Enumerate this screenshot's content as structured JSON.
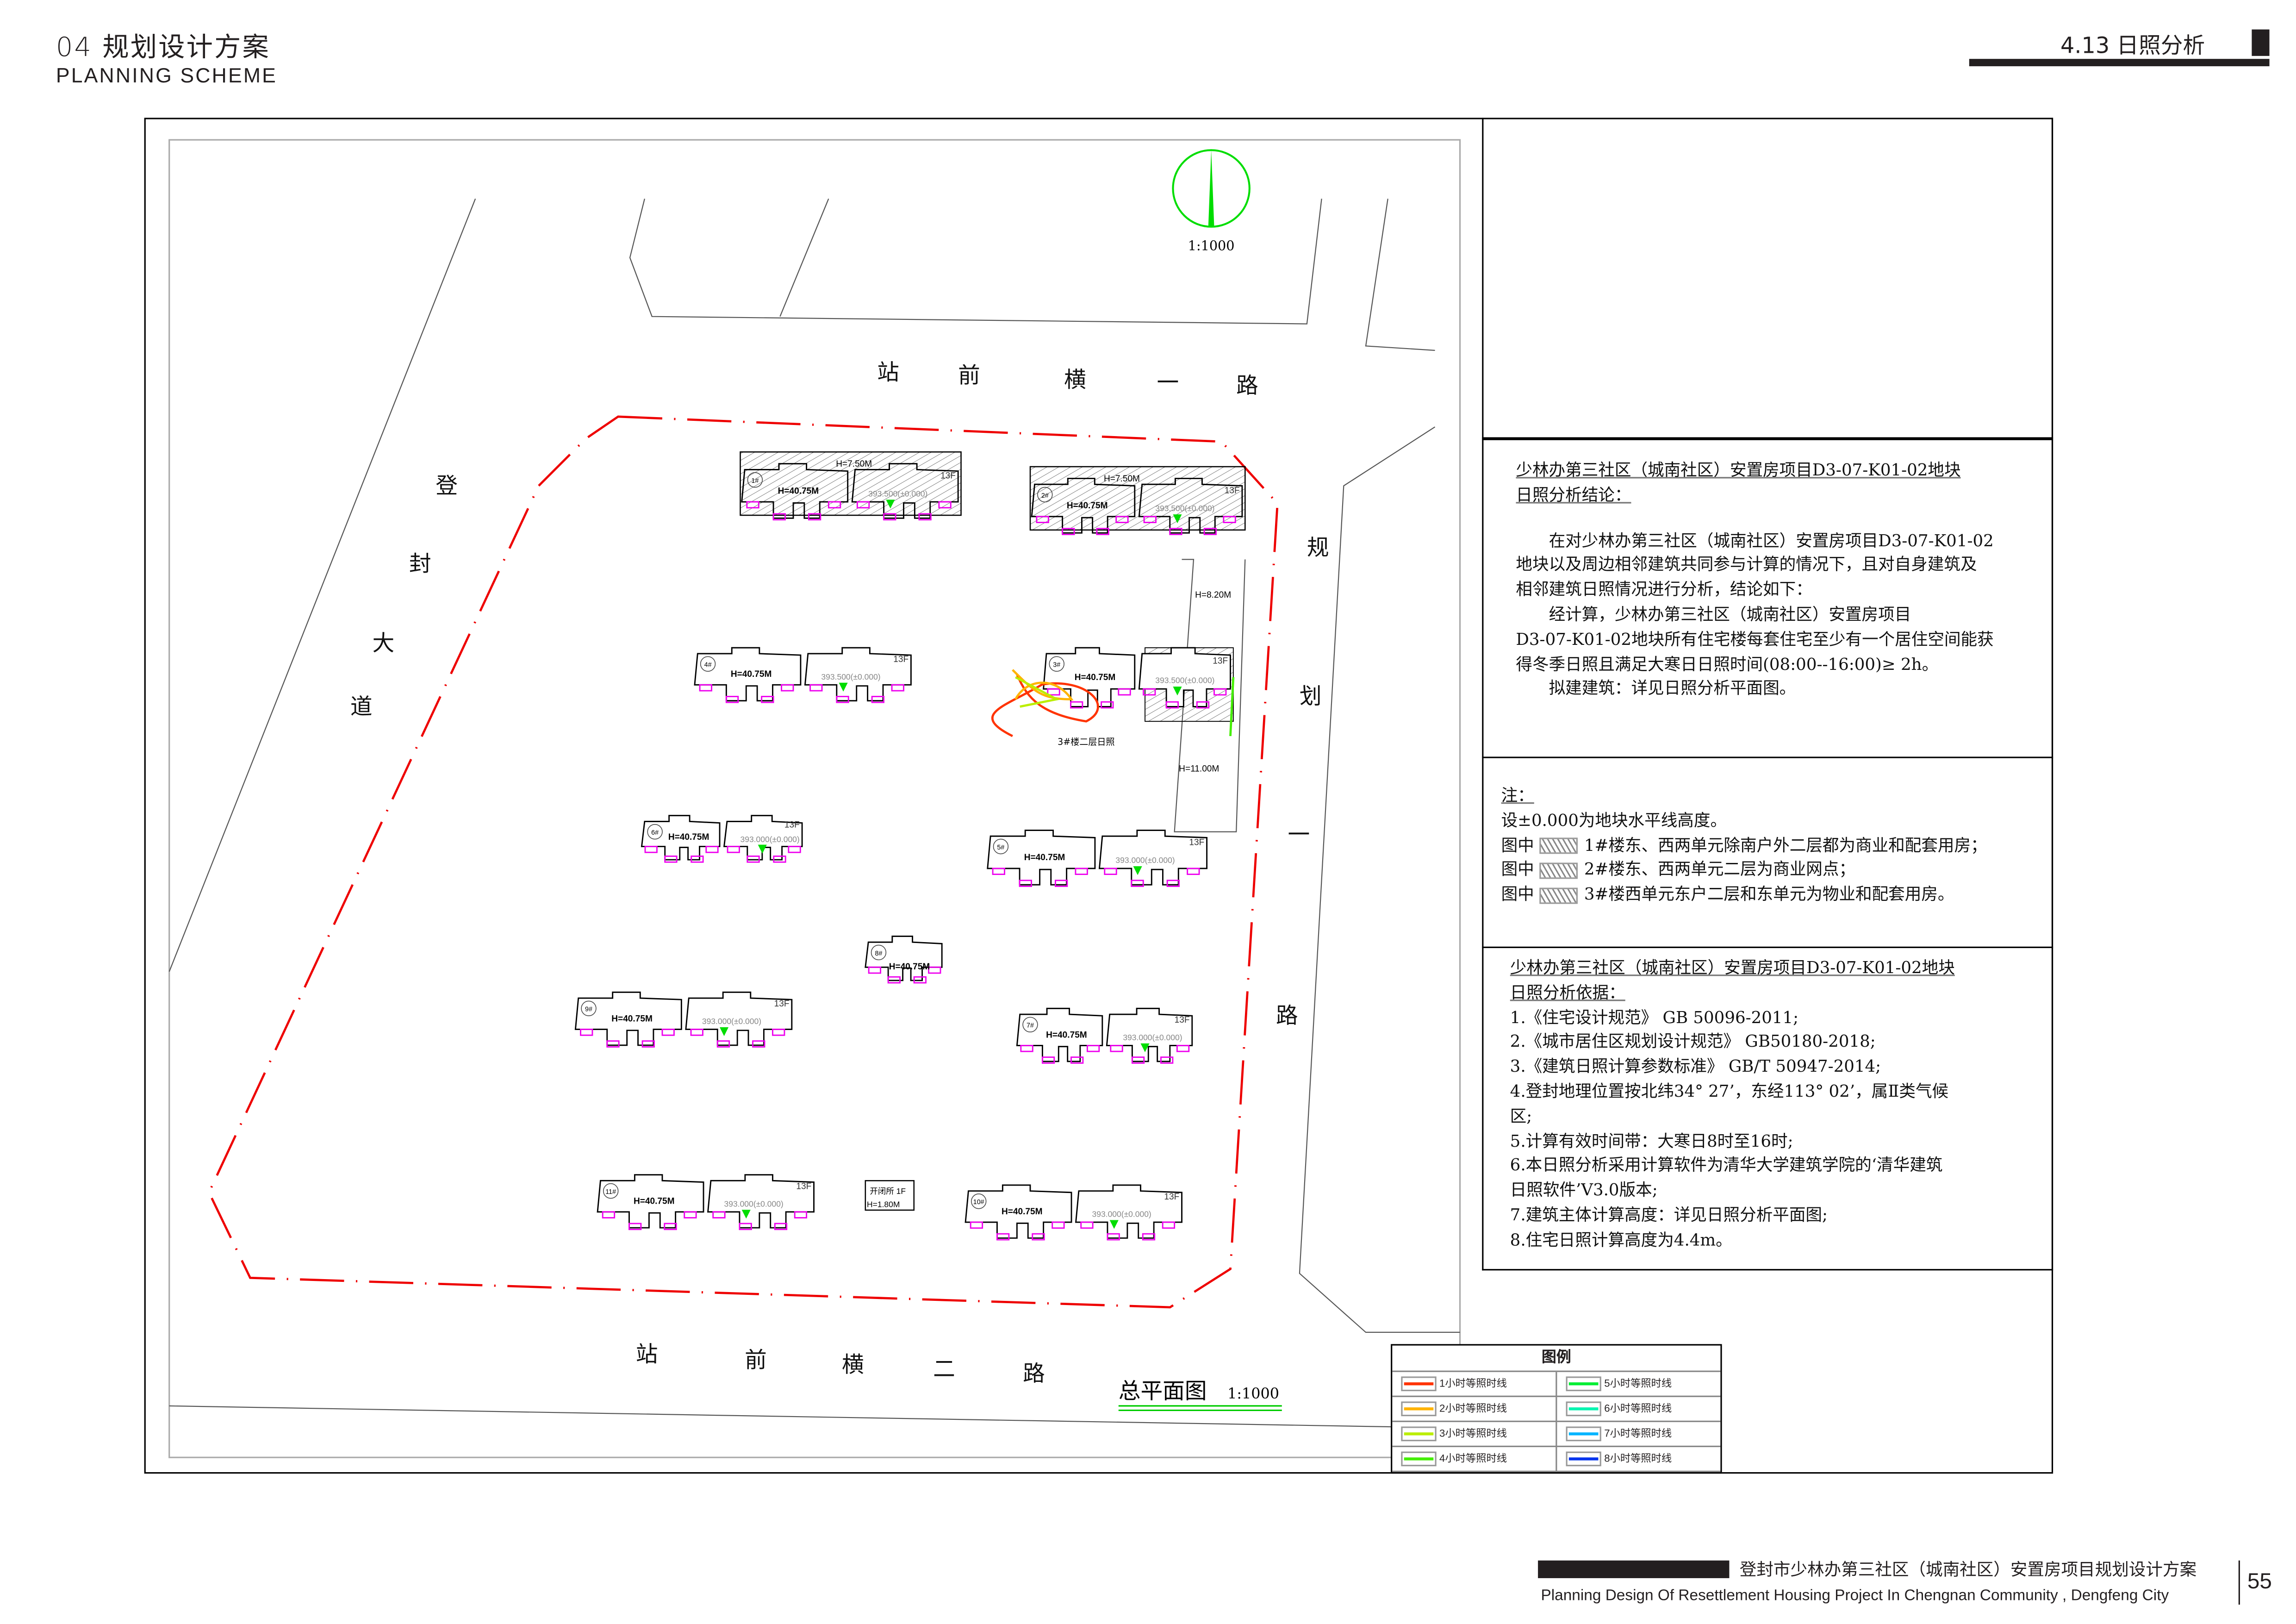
{
  "header": {
    "section_cn": "04 规划设计方案",
    "section_en": "PLANNING SCHEME",
    "page_title": "4.13 日照分析"
  },
  "plan": {
    "north_scale": "1:1000",
    "roads": {
      "top": [
        "站",
        "前",
        "横",
        "一",
        "路"
      ],
      "bottom": [
        "站",
        "前",
        "横",
        "二",
        "路"
      ],
      "left": [
        "登",
        "封",
        "大",
        "道"
      ],
      "right": [
        "规",
        "划",
        "一",
        "路"
      ]
    },
    "title": "总平面图",
    "title_scale": "1:1000",
    "podium_heights": [
      "H=7.50M",
      "H=7.50M",
      "H=8.20M",
      "H=11.00M"
    ],
    "sunlight_label": "3#楼二层日照",
    "substation": {
      "name": "开闭所 1F",
      "height": "H=1.80M"
    },
    "buildings": [
      {
        "id": "1#",
        "height": "H=40.75M",
        "elev": "393.500(±0.000)",
        "floors": "13F"
      },
      {
        "id": "2#",
        "height": "H=40.75M",
        "elev": "393.500(±0.000)",
        "floors": "13F"
      },
      {
        "id": "3#",
        "height": "H=40.75M",
        "elev": "393.500(±0.000)",
        "floors": "13F"
      },
      {
        "id": "4#",
        "height": "H=40.75M",
        "elev": "393.500(±0.000)",
        "floors": "13F"
      },
      {
        "id": "5#",
        "height": "H=40.75M",
        "elev": "393.000(±0.000)",
        "floors": "13F"
      },
      {
        "id": "6#",
        "height": "H=40.75M",
        "elev": "393.000(±0.000)",
        "floors": "13F"
      },
      {
        "id": "7#",
        "height": "H=40.75M",
        "elev": "393.000(±0.000)",
        "floors": "13F"
      },
      {
        "id": "8#",
        "height": "H=40.75M",
        "elev": "",
        "floors": ""
      },
      {
        "id": "9#",
        "height": "H=40.75M",
        "elev": "393.000(±0.000)",
        "floors": "13F"
      },
      {
        "id": "10#",
        "height": "H=40.75M",
        "elev": "393.000(±0.000)",
        "floors": "13F"
      },
      {
        "id": "11#",
        "height": "H=40.75M",
        "elev": "393.000(±0.000)",
        "floors": "13F"
      }
    ]
  },
  "conclusion": {
    "title1": "少林办第三社区（城南社区）安置房项目D3-07-K01-02地块",
    "title2": "日照分析结论：",
    "lines": [
      "在对少林办第三社区（城南社区）安置房项目D3-07-K01-02",
      "地块以及周边相邻建筑共同参与计算的情况下，且对自身建筑及",
      "相邻建筑日照情况进行分析，结论如下：",
      "经计算，少林办第三社区（城南社区）安置房项目",
      "D3-07-K01-02地块所有住宅楼每套住宅至少有一个居住空间能获",
      "得冬季日照且满足大寒日日照时间(08:00--16:00)≥ 2h。",
      "拟建建筑：详见日照分析平面图。"
    ]
  },
  "notes": {
    "title": "注：",
    "line0": "设±0.000为地块水平线高度。",
    "prefix": "图中",
    "items": [
      "1#楼东、西两单元除南户外二层都为商业和配套用房；",
      "2#楼东、西两单元二层为商业网点；",
      "3#楼西单元东户二层和东单元为物业和配套用房。"
    ]
  },
  "basis": {
    "title1": "少林办第三社区（城南社区）安置房项目D3-07-K01-02地块",
    "title2": "日照分析依据：",
    "lines": [
      "1.《住宅设计规范》 GB 50096-2011;",
      "2.《城市居住区规划设计规范》 GB50180-2018;",
      "3.《建筑日照计算参数标准》 GB/T 50947-2014;",
      "4.登封地理位置按北纬34° 27’，东经113° 02’，属Ⅱ类气候",
      "区;",
      "5.计算有效时间带：大寒日8时至16时;",
      "6.本日照分析采用计算软件为清华大学建筑学院的‘清华建筑",
      "日照软件’V3.0版本;",
      "7.建筑主体计算高度：详见日照分析平面图;",
      "8.住宅日照计算高度为4.4m。"
    ]
  },
  "legend": {
    "title": "图例",
    "items": [
      {
        "label": "1小时等照时线",
        "color": "#ff3300"
      },
      {
        "label": "5小时等照时线",
        "color": "#00ee33"
      },
      {
        "label": "2小时等照时线",
        "color": "#ffb300"
      },
      {
        "label": "6小时等照时线",
        "color": "#00f5b0"
      },
      {
        "label": "3小时等照时线",
        "color": "#bbee00"
      },
      {
        "label": "7小时等照时线",
        "color": "#00b4ff"
      },
      {
        "label": "4小时等照时线",
        "color": "#44ee00"
      },
      {
        "label": "8小时等照时线",
        "color": "#0033ee"
      }
    ]
  },
  "footer": {
    "title_cn": "登封市少林办第三社区（城南社区）安置房项目规划设计方案",
    "title_en": "Planning Design Of Resettlement Housing Project In Chengnan Community , Dengfeng City",
    "page_number": "55"
  }
}
